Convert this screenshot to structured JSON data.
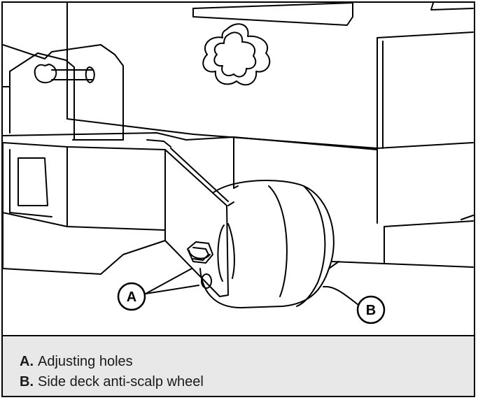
{
  "callouts": [
    {
      "letter": "A",
      "label": "Adjusting holes"
    },
    {
      "letter": "B",
      "label": "Side deck anti-scalp wheel"
    }
  ],
  "legend": {
    "items": [
      {
        "key": "A.",
        "text": "Adjusting holes"
      },
      {
        "key": "B.",
        "text": "Side deck anti-scalp wheel"
      }
    ]
  }
}
